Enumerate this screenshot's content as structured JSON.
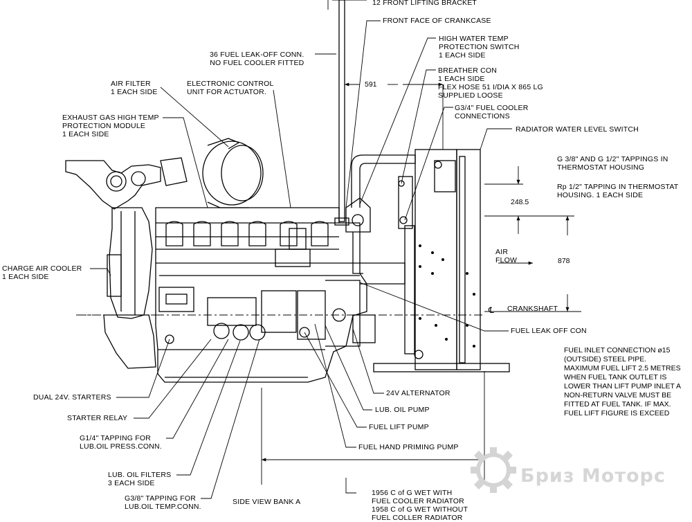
{
  "labels": {
    "front_lifting_bracket": "12 FRONT LIFTING BRACKET",
    "front_face_crankcase": "FRONT FACE OF CRANKCASE",
    "high_water_temp": "HIGH WATER TEMP\nPROTECTION SWITCH\n1 EACH SIDE",
    "fuel_leak_off_conn": "36 FUEL LEAK-OFF CONN.\nNO FUEL COOLER FITTED",
    "breather_con": "BREATHER CON\n1 EACH SIDE\nFLEX HOSE 51 I/DIA X 865 LG\nSUPPLIED LOOSE",
    "air_filter": "AIR FILTER\n1 EACH SIDE",
    "electronic_control": "ELECTRONIC CONTROL\nUNIT FOR ACTUATOR.",
    "fuel_cooler_connections": "G3/4\" FUEL COOLER\nCONNECTIONS",
    "exhaust_gas": "EXHAUST GAS HIGH TEMP\nPROTECTION MODULE\n1 EACH SIDE",
    "radiator_level_switch": "RADIATOR WATER LEVEL SWITCH",
    "thermostat_tappings": "G 3/8\" AND G 1/2\" TAPPINGS IN\nTHERMOSTAT HOUSING",
    "rp_tapping": "Rp 1/2\" TAPPING IN THERMOSTAT\nHOUSING. 1 EACH SIDE",
    "air_flow": "AIR\nFLOW",
    "charge_air_cooler": "CHARGE AIR COOLER\n1 EACH SIDE",
    "crankshaft": "CRANKSHAFT",
    "fuel_leak_off_con": "FUEL LEAK OFF CON",
    "fuel_inlet_note": "FUEL INLET CONNECTION ø15\n(OUTSIDE) STEEL PIPE.\nMAXIMUM FUEL LIFT 2.5 METRES\nWHEN FUEL TANK OUTLET IS\nLOWER THAN LIFT PUMP INLET A\nNON-RETURN VALVE MUST BE\nFITTED AT FUEL TANK. IF MAX.\nFUEL LIFT FIGURE IS EXCEED",
    "alternator": "24V ALTERNATOR",
    "dual_starters": "DUAL 24V. STARTERS",
    "lub_oil_pump": "LUB. OIL PUMP",
    "starter_relay": "STARTER RELAY",
    "fuel_lift_pump": "FUEL LIFT PUMP",
    "tapping_press": "G1/4\" TAPPING FOR\nLUB.OIL PRESS.CONN.",
    "hand_priming_pump": "FUEL HAND PRIMING PUMP",
    "lub_oil_filters": "LUB. OIL FILTERS\n3 EACH SIDE",
    "tapping_temp": "G3/8\" TAPPING FOR\nLUB.OIL TEMP.CONN.",
    "side_view": "SIDE VIEW BANK A",
    "cog_note": "1956 C of G WET WITH\nFUEL COOLER RADIATOR\n1958 C of G WET WITHOUT\nFUEL COLLER RADIATOR"
  },
  "dimensions": {
    "d591": "591",
    "d248_5": "248.5",
    "d878": "878"
  },
  "watermark": "Бриз Моторс"
}
